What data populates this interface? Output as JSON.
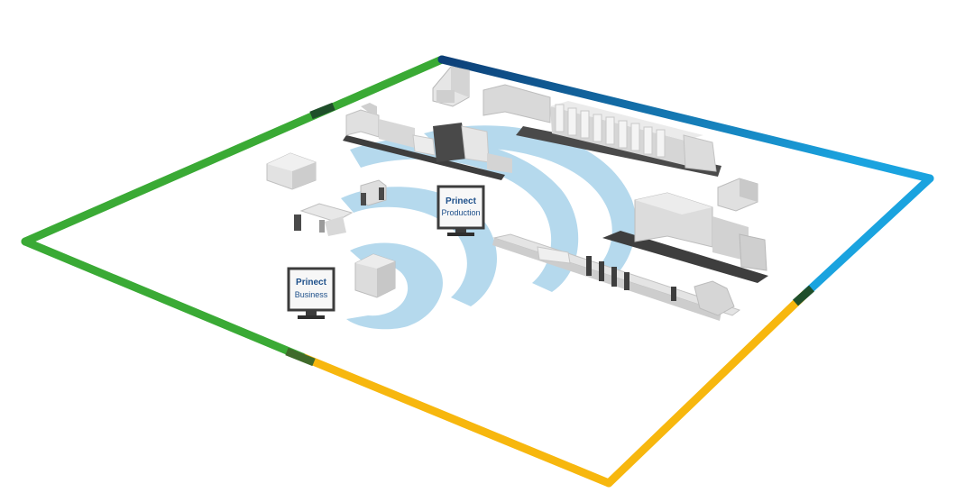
{
  "monitors": {
    "production": {
      "brand": "Prinect",
      "module": "Production"
    },
    "business": {
      "brand": "Prinect",
      "module": "Business"
    }
  },
  "colors": {
    "background": "#ffffff",
    "frame_green": "#3aaa35",
    "frame_dark_blue": "#0d3f77",
    "frame_light_blue": "#1aa3df",
    "frame_yellow": "#f7b70e",
    "frame_joint_dark": "#1f4f2a",
    "wave": "#a9d3ea",
    "monitor_text": "#1d4f8a",
    "machine_light": "#e3e3e3",
    "machine_mid": "#c4c4c4",
    "machine_dark": "#4a4a4a"
  }
}
